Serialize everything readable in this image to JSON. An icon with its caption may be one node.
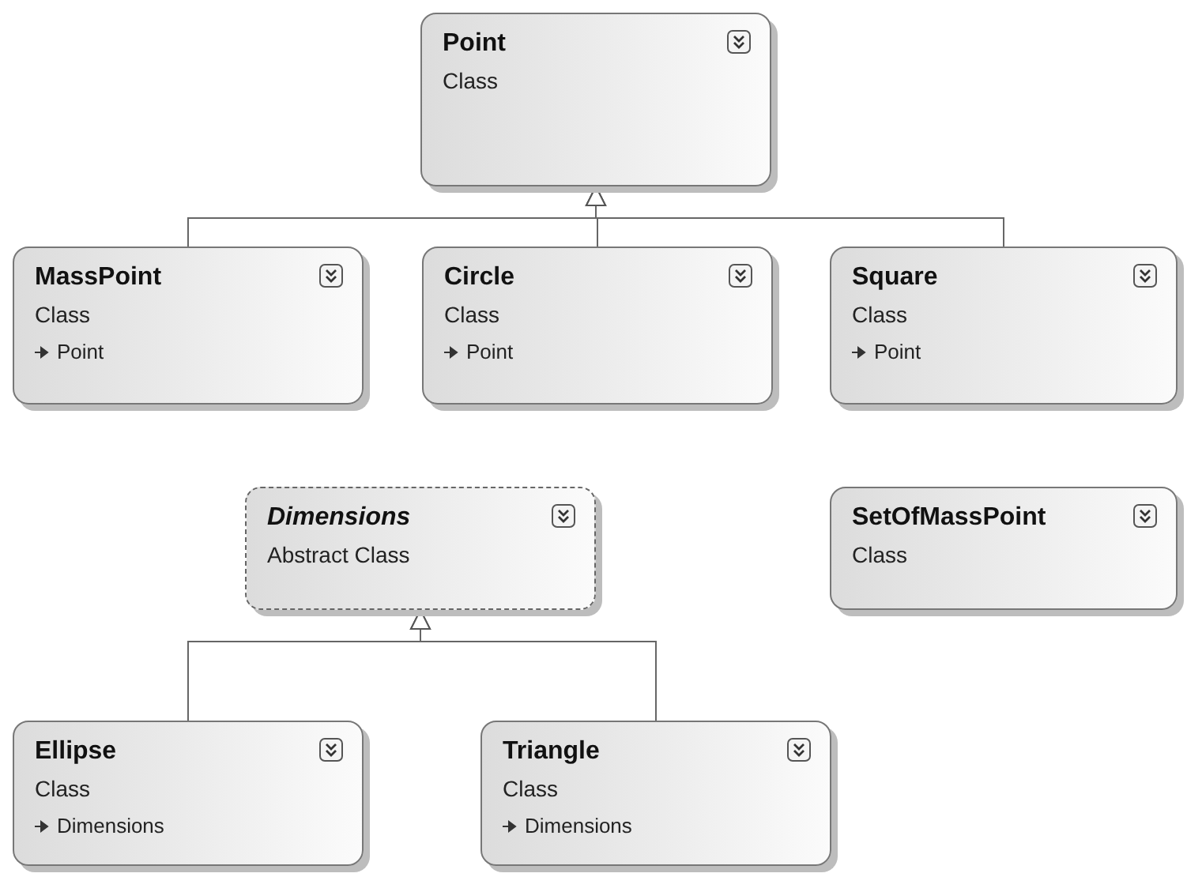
{
  "diagram": {
    "nodes": [
      {
        "text": [
          "Point",
          "Class"
        ]
      },
      {
        "text": [
          "MassPoint",
          "Class",
          "Point"
        ]
      },
      {
        "text": [
          "Circle",
          "Class",
          "Point"
        ]
      },
      {
        "text": [
          "Square",
          "Class",
          "Point"
        ]
      },
      {
        "text": [
          "Dimensions",
          "Abstract Class"
        ]
      },
      {
        "text": [
          "SetOfMassPoint",
          "Class"
        ]
      },
      {
        "text": [
          "Ellipse",
          "Class",
          "Dimensions"
        ]
      },
      {
        "text": [
          "Triangle",
          "Class",
          "Dimensions"
        ]
      }
    ],
    "edges": [
      {
        "from": 1,
        "to": 0,
        "arrow": "to"
      },
      {
        "from": 2,
        "to": 0,
        "arrow": "to"
      },
      {
        "from": 3,
        "to": 0,
        "arrow": "to"
      },
      {
        "from": 6,
        "to": 4,
        "arrow": "to"
      },
      {
        "from": 7,
        "to": 4,
        "arrow": "to"
      }
    ]
  }
}
